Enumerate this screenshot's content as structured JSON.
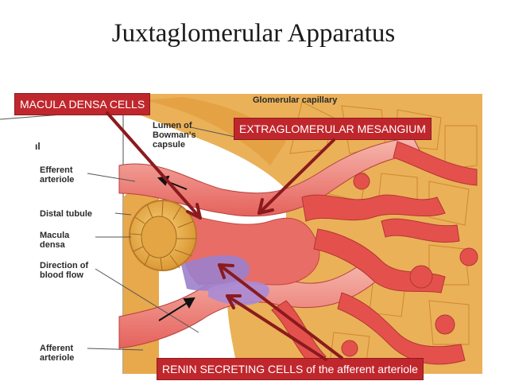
{
  "slide": {
    "title": "Juxtaglomerular Apparatus"
  },
  "figure": {
    "labels": {
      "glomerular_capillary": "Glomerular capillary",
      "lumen_line1": "Lumen of",
      "lumen_line2": "Bowman's",
      "lumen_line3": "capsule",
      "efferent_line1": "Efferent",
      "efferent_line2": "arteriole",
      "distal_tubule": "Distal tubule",
      "macula_line1": "Macula",
      "macula_line2": "densa",
      "direction_line1": "Direction of",
      "direction_line2": "blood flow",
      "afferent_line1": "Afferent",
      "afferent_line2": "arteriole",
      "edge_fragment": "ıl"
    }
  },
  "callouts": {
    "macula_densa": "MACULA DENSA CELLS",
    "extraglomerular": "EXTRAGLOMERULAR MESANGIUM",
    "renin": "RENIN SECRETING CELLS of the afferent arteriole"
  },
  "colors": {
    "callout_bg": "#c0272d",
    "arrow": "#8b1a1e",
    "tissue_orange": "#e9a94a",
    "vessel_red": "#e25a55",
    "vessel_pink": "#f3a7a0",
    "mesangium_purple": "#9b7fc9"
  }
}
